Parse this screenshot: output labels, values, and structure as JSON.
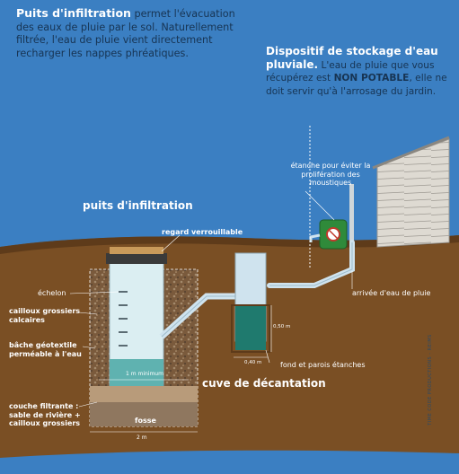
{
  "intro_left": {
    "heading": "Puits d'infiltration",
    "text": " permet l'évacuation des eaux de pluie par le sol. Naturellement filtrée, l'eau de pluie vient directement recharger les nappes phréatiques."
  },
  "intro_right": {
    "heading": "Dispositif de stockage d'eau pluviale.",
    "text1": " L'eau de pluie que vous récupérez est ",
    "strong": "NON POTABLE",
    "text2": ", elle ne doit servir qu'à l'arrosage du jardin."
  },
  "labels": {
    "mosquito": "étanche pour éviter la prolifération des moustiques",
    "puits_title": "puits d'infiltration",
    "regard": "regard verrouillable",
    "echelon": "échelon",
    "cailloux": "cailloux grossiers calcaires",
    "bache": "bâche géotextile perméable à l'eau",
    "one_m": "1 m minimum",
    "couche": "couche filtrante : sable de rivière + cailloux grossiers",
    "fosse": "fosse",
    "two_m": "2 m",
    "cuve": "cuve de décantation",
    "dim_050": "0,50 m",
    "dim_040": "0,40 m",
    "fond": "fond et parois étanches",
    "arrivee": "arrivée d'eau de pluie"
  },
  "credit": "TIME CODE PRODUCTIONS - REIMS",
  "colors": {
    "sky": "#3b7fc2",
    "soil": "#7a4f24",
    "soil_dark": "#5e3b1a",
    "water": "#1f7a6e",
    "pipe": "#cfe3ee",
    "gravel": "#6e5b48",
    "tank_green": "#2f8a3a",
    "house": "#d9d6cf"
  }
}
